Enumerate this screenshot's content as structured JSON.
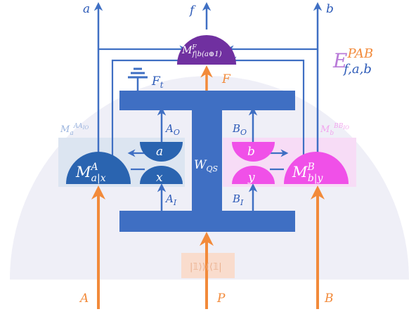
{
  "colors": {
    "blue": "#3f6fc3",
    "dark_blue": "#2a64b0",
    "orange": "#f28a3a",
    "purple": "#7030a0",
    "magenta": "#f050e8",
    "light_blue_region": "#dce5f1",
    "light_pink_region": "#f7dcf6",
    "background_dome": "#efeff7",
    "peach": "#f9dccd",
    "env_purple": "#b97ad8",
    "env_blue": "#2e5bb8"
  },
  "inputs": {
    "left": "A",
    "middle": "P",
    "right": "B"
  },
  "outputs": {
    "left": "a",
    "middle": "f",
    "right": "b"
  },
  "wires": {
    "F": "F",
    "Ft": "F",
    "Ft_sub": "t",
    "AO": "A",
    "AO_sub": "O",
    "AI": "A",
    "AI_sub": "I",
    "BO": "B",
    "BO_sub": "O",
    "BI": "B",
    "BI_sub": "I"
  },
  "wqs": {
    "main": "W",
    "sub": "QS"
  },
  "left_box": {
    "label": "M",
    "label_sub": "a",
    "label_sup": "AA",
    "label_sup_sub": "IO",
    "measure": "M",
    "measure_sup": "A",
    "measure_sub": "a|x",
    "top_semi": "a",
    "bottom_semi": "x"
  },
  "right_box": {
    "label": "M",
    "label_sub": "b",
    "label_sup": "BB",
    "label_sup_sub": "IO",
    "measure": "M",
    "measure_sup": "B",
    "measure_sub": "b|y",
    "top_semi": "b",
    "bottom_semi": "y"
  },
  "final_measure": {
    "main": "M",
    "sup": "F",
    "sub": "f|b(a⊕1)"
  },
  "environment": {
    "main": "E",
    "sup": "PAB",
    "sub": "f,a,b"
  },
  "state": {
    "text": "|𝟙⟩⟩⟨⟨𝟙|"
  }
}
